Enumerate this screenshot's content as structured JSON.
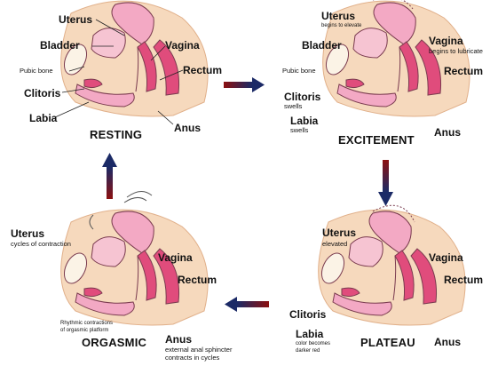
{
  "stages": {
    "resting": {
      "title": "RESTING",
      "uterus": "Uterus",
      "bladder": "Bladder",
      "vagina": "Vagina",
      "pubic_bone": "Pubic bone",
      "rectum": "Rectum",
      "clitoris": "Clitoris",
      "labia": "Labia",
      "anus": "Anus"
    },
    "excitement": {
      "title": "EXCITEMENT",
      "uterus": "Uterus",
      "uterus_note": "begins to elevate",
      "bladder": "Bladder",
      "vagina": "Vagina",
      "vagina_note": "begins to lubricate",
      "pubic_bone": "Pubic bone",
      "rectum": "Rectum",
      "clitoris": "Clitoris",
      "clitoris_note": "swells",
      "labia": "Labia",
      "labia_note": "swells",
      "anus": "Anus"
    },
    "plateau": {
      "title": "PLATEAU",
      "uterus": "Uterus",
      "uterus_note": "elevated",
      "vagina": "Vagina",
      "rectum": "Rectum",
      "clitoris": "Clitoris",
      "labia": "Labia",
      "labia_note_1": "color becomes",
      "labia_note_2": "darker red",
      "anus": "Anus"
    },
    "orgasmic": {
      "title": "ORGASMIC",
      "uterus": "Uterus",
      "uterus_note": "cycles of contraction",
      "vagina": "Vagina",
      "rectum": "Rectum",
      "platform_note_1": "Rhythmic contractions",
      "platform_note_2": "of orgasmic platform",
      "anus": "Anus",
      "anus_note_1": "external anal sphincter",
      "anus_note_2": "contracts in cycles"
    }
  },
  "colors": {
    "skin": "#f6d9bd",
    "skin_dark": "#e8b48c",
    "pink": "#e04c7c",
    "light_pink": "#f3a9c4",
    "bone": "#fbf3e6",
    "arrow_red": "#8c1010",
    "arrow_navy": "#1b2a66"
  }
}
